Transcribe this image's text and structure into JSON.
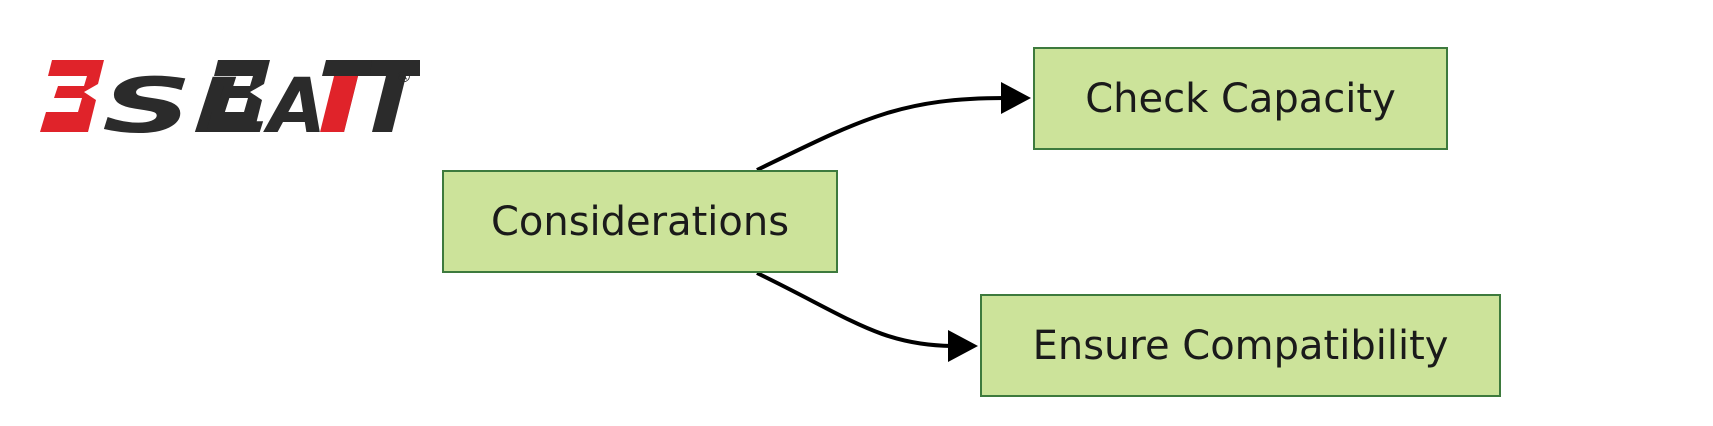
{
  "logo": {
    "text": "BSLBATT",
    "registered_mark": "®",
    "brand_red": "#e0232a",
    "brand_dark": "#2b2b2b"
  },
  "diagram": {
    "node_fill": "#cce39a",
    "node_border": "#3d7a3d",
    "nodes": [
      {
        "id": "considerations",
        "label": "Considerations"
      },
      {
        "id": "check",
        "label": "Check Capacity"
      },
      {
        "id": "ensure",
        "label": "Ensure Compatibility"
      }
    ],
    "edges": [
      {
        "from": "considerations",
        "to": "check"
      },
      {
        "from": "considerations",
        "to": "ensure"
      }
    ]
  }
}
